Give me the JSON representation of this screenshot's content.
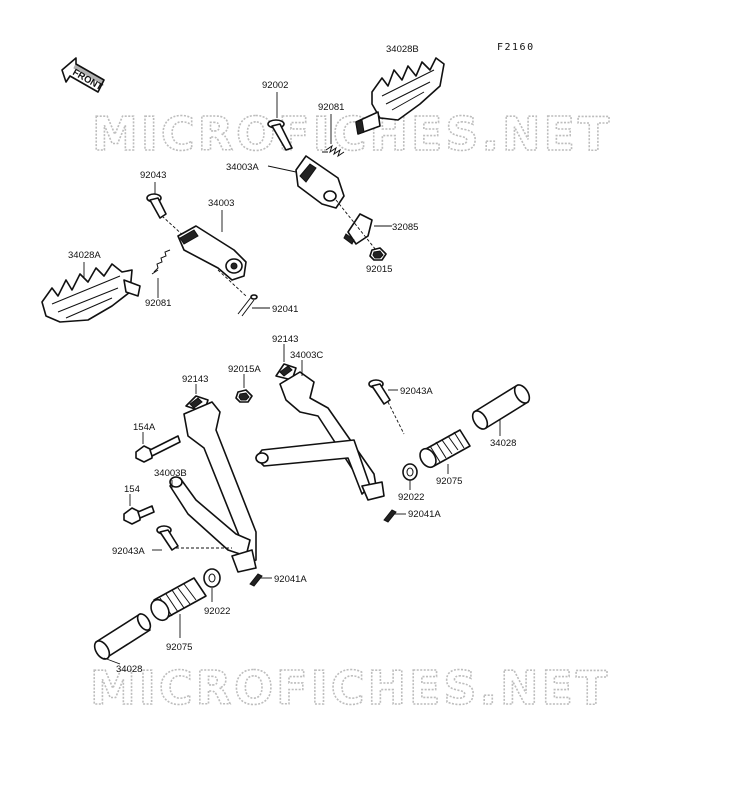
{
  "figure_number": "F2160",
  "front_arrow_label": "FRONT",
  "watermark": "MICROFICHES.NET",
  "labels": {
    "l_34028B": "34028B",
    "l_92002": "92002",
    "l_92081_top": "92081",
    "l_34003A": "34003A",
    "l_32085": "32085",
    "l_92015": "92015",
    "l_92043": "92043",
    "l_34003": "34003",
    "l_34028A": "34028A",
    "l_92081_left": "92081",
    "l_92041": "92041",
    "l_92143_right": "92143",
    "l_34003C": "34003C",
    "l_92143_left": "92143",
    "l_92015A": "92015A",
    "l_92043A_right": "92043A",
    "l_154A": "154A",
    "l_34028_right": "34028",
    "l_34003B": "34003B",
    "l_92075_right": "92075",
    "l_154": "154",
    "l_92022_right": "92022",
    "l_92041A_right": "92041A",
    "l_92043A_left": "92043A",
    "l_92041A_left": "92041A",
    "l_92022_left": "92022",
    "l_92075_left": "92075",
    "l_34028_left": "34028"
  }
}
